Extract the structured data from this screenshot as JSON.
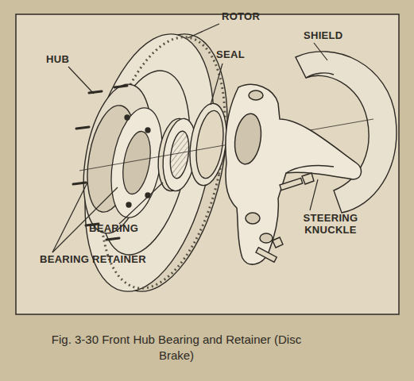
{
  "diagram": {
    "caption": "Fig. 3-30 Front Hub Bearing and Retainer (Disc Brake)",
    "labels": [
      "ROTOR",
      "SHIELD",
      "HUB",
      "SEAL",
      "STEERING KNUCKLE",
      "BEARING",
      "BEARING RETAINER"
    ]
  }
}
